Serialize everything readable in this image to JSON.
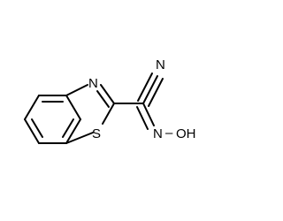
{
  "molecule": {
    "atoms": {
      "nitrile_n": "N",
      "ring_n": "N",
      "ring_s": "S",
      "oxime_n": "N",
      "hydroxyl": "OH",
      "oxime_bridge": "–"
    },
    "colors": {
      "bond": "#000000",
      "label": "#000000",
      "background": "#ffffff"
    }
  }
}
